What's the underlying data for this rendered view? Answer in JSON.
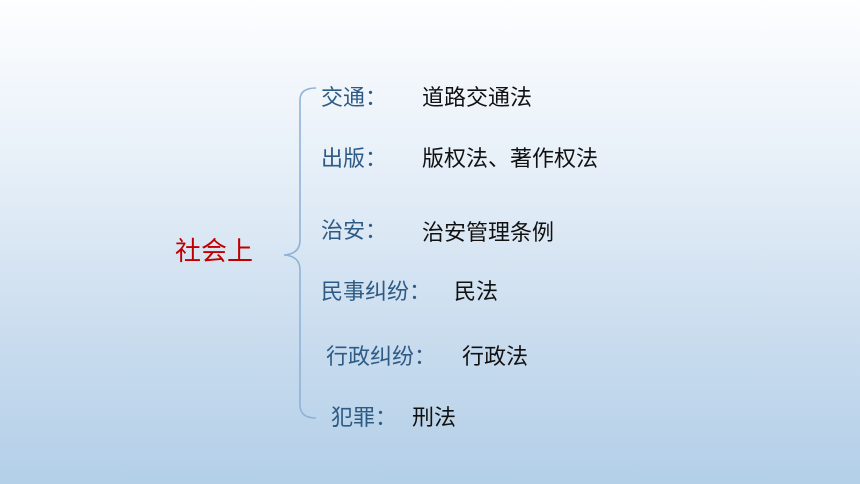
{
  "root": {
    "label": "社会上"
  },
  "branches": [
    {
      "category": "交通：",
      "law": "道路交通法"
    },
    {
      "category": "出版：",
      "law": "版权法、著作权法"
    },
    {
      "category": "治安：",
      "law": "治安管理条例"
    },
    {
      "category": "民事纠纷：",
      "law": "民法"
    },
    {
      "category": "行政纠纷：",
      "law": "行政法"
    },
    {
      "category": "犯罪：",
      "law": "刑法"
    }
  ],
  "colors": {
    "root": "#c00000",
    "category": "#2e5b86",
    "law": "#111111",
    "brace": "#8fb3d6"
  }
}
